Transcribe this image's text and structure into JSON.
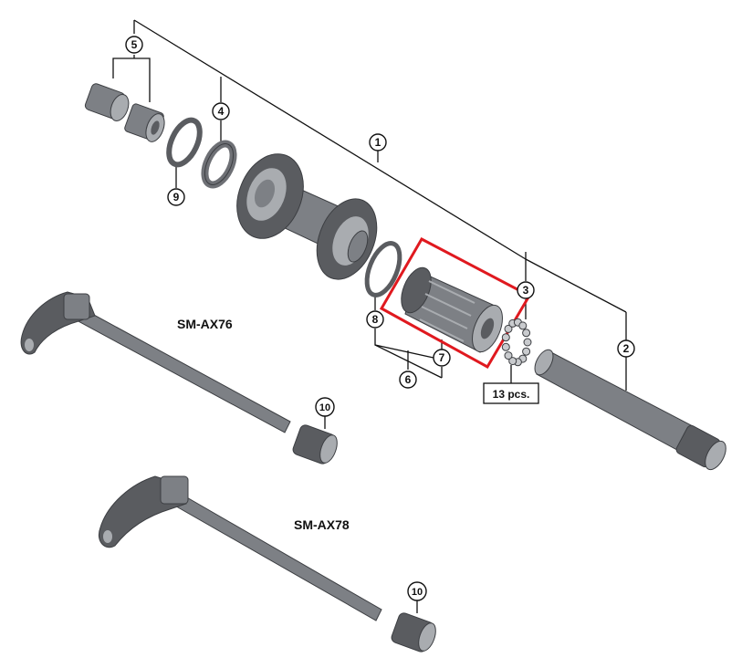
{
  "callouts": {
    "c1": "1",
    "c2": "2",
    "c3": "3",
    "c4": "4",
    "c5": "5",
    "c6": "6",
    "c7": "7",
    "c8": "8",
    "c9": "9",
    "c10a": "10",
    "c10b": "10"
  },
  "models": {
    "axle_top": "SM-AX76",
    "axle_bottom": "SM-AX78"
  },
  "bearing_quantity": "13 pcs.",
  "highlight_color": "#e0191f",
  "part_color": "#6e7075"
}
